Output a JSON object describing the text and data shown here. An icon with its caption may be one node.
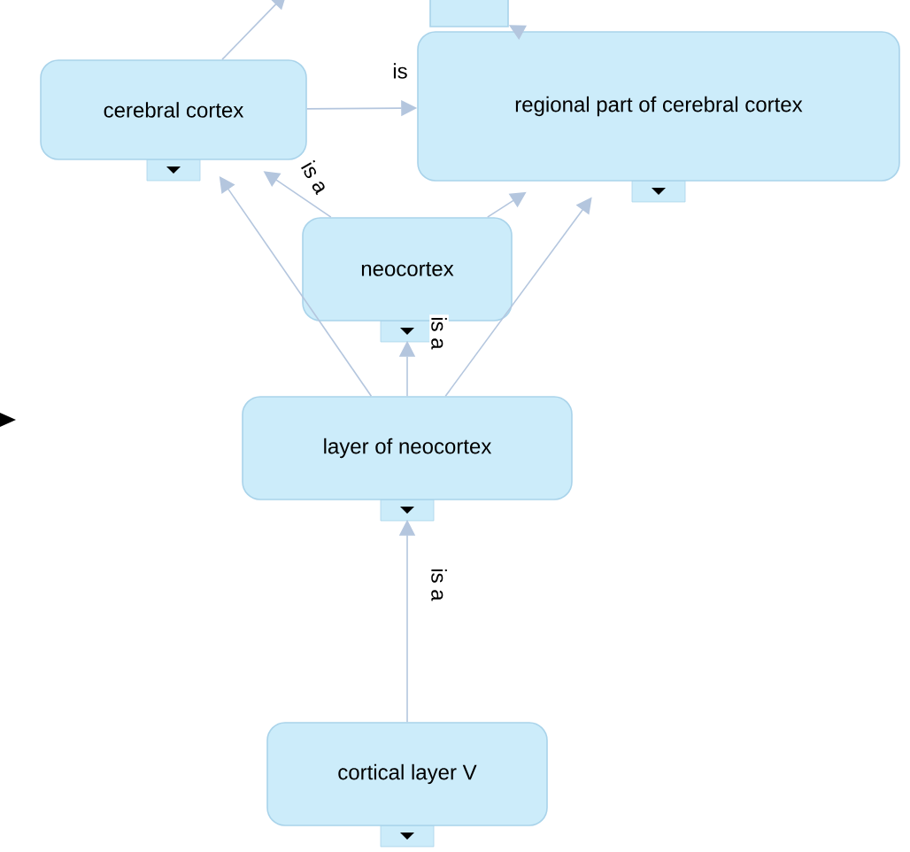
{
  "diagram": {
    "nodes": [
      {
        "text": [],
        "shape": "box"
      },
      {
        "text": [
          "cerebral cortex"
        ]
      },
      {
        "text": [
          "regional part of cerebral cortex"
        ]
      },
      {
        "text": [
          "neocortex"
        ]
      },
      {
        "text": [
          "layer of neocortex"
        ]
      },
      {
        "text": [
          "cortical layer V"
        ]
      }
    ],
    "edges": [
      {
        "from": 1,
        "to": 2,
        "arrow": "to",
        "label": "is"
      },
      {
        "from": 3,
        "to": 1,
        "arrow": "to",
        "label": "is a"
      },
      {
        "from": 3,
        "to": 2,
        "arrow": "to"
      },
      {
        "from": 4,
        "to": 3,
        "arrow": "to",
        "label": "is a"
      },
      {
        "from": 4,
        "to": 1,
        "arrow": "to"
      },
      {
        "from": 4,
        "to": 2,
        "arrow": "to"
      },
      {
        "from": 5,
        "to": 4,
        "arrow": "to",
        "label": "is a"
      },
      {
        "from": 2,
        "to": 0,
        "arrow": "to"
      },
      {
        "from": 1,
        "to": null,
        "arrow": "to"
      }
    ]
  }
}
